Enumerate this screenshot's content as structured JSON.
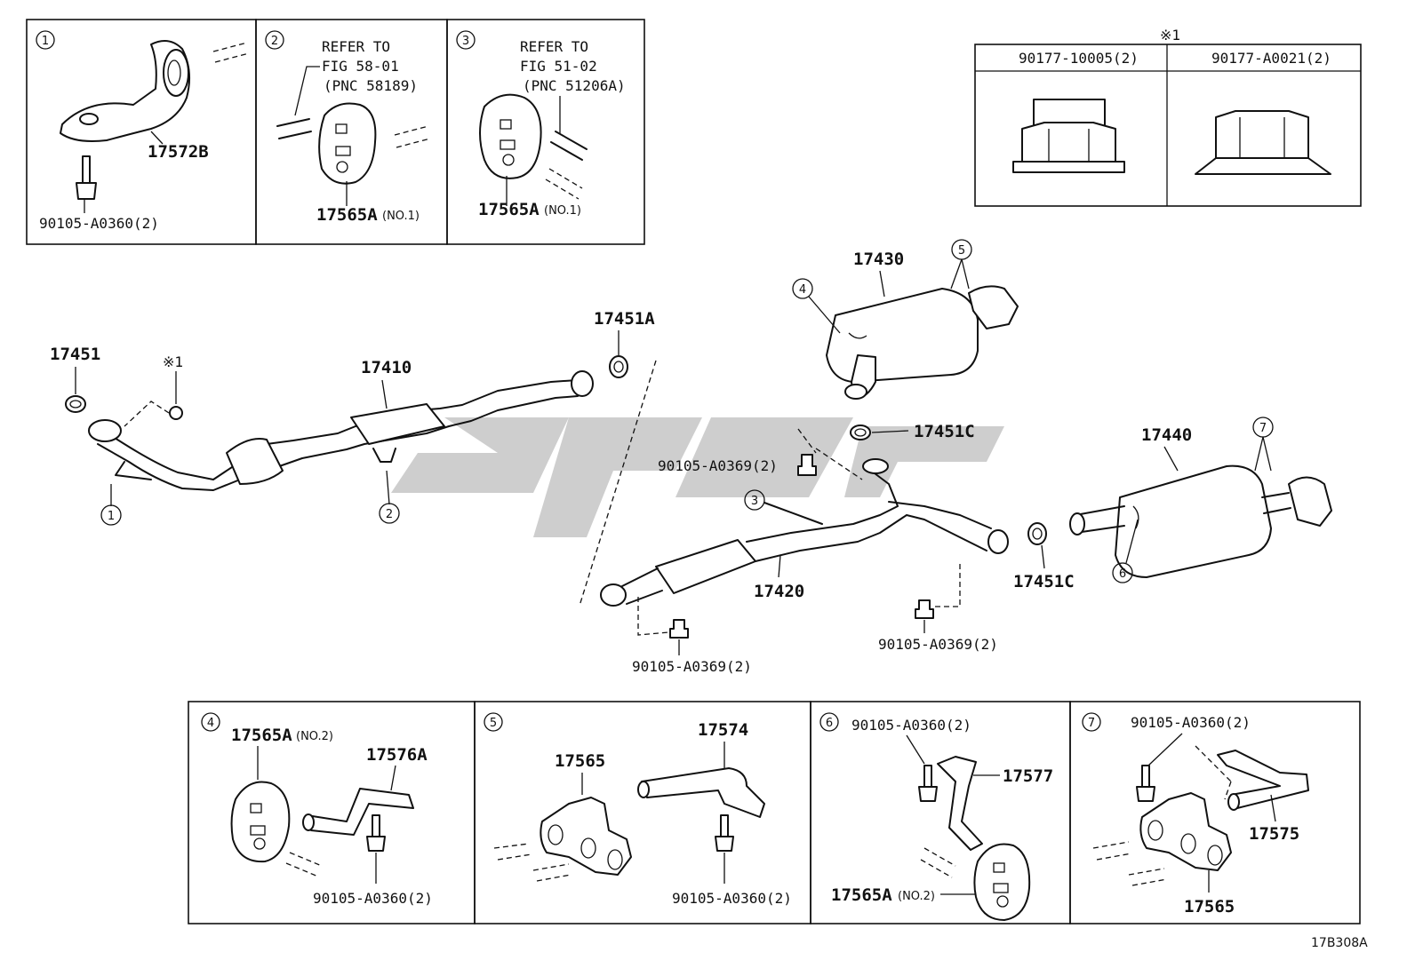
{
  "inset1": {
    "circle": "1",
    "bracket": "17572B",
    "bolt": "90105-A0360(2)"
  },
  "inset2": {
    "circle": "2",
    "refer_line1": "REFER TO",
    "refer_line2": "FIG 58-01",
    "refer_line3": "(PNC 58189)",
    "part": "17565A",
    "part_note": "(NO.1)"
  },
  "inset3": {
    "circle": "3",
    "refer_line1": "REFER TO",
    "refer_line2": "FIG 51-02",
    "refer_line3": "(PNC 51206A)",
    "part": "17565A",
    "part_note": "(NO.1)"
  },
  "nut_table": {
    "note": "※1",
    "col1": "90177-10005(2)",
    "col2": "90177-A0021(2)"
  },
  "main": {
    "p17451": "17451",
    "note1": "※1",
    "p17410": "17410",
    "p17451A": "17451A",
    "p17430": "17430",
    "p17451C_top": "17451C",
    "p17440": "17440",
    "bolt_a": "90105-A0369(2)",
    "p17420": "17420",
    "p17451C_right": "17451C",
    "bolt_b": "90105-A0369(2)",
    "bolt_c": "90105-A0369(2)",
    "c1": "1",
    "c2": "2",
    "c3": "3",
    "c4": "4",
    "c5": "5",
    "c6": "6",
    "c7": "7"
  },
  "inset4": {
    "circle": "4",
    "insulator": "17565A",
    "insulator_note": "(NO.2)",
    "bracket": "17576A",
    "bolt": "90105-A0360(2)"
  },
  "inset5": {
    "circle": "5",
    "insulator": "17565",
    "bracket": "17574",
    "bolt": "90105-A0360(2)"
  },
  "inset6": {
    "circle": "6",
    "bolt": "90105-A0360(2)",
    "bracket": "17577",
    "insulator": "17565A",
    "insulator_note": "(NO.2)"
  },
  "inset7": {
    "circle": "7",
    "bolt": "90105-A0360(2)",
    "bracket": "17575",
    "insulator": "17565"
  },
  "figure_code": "17B308A"
}
